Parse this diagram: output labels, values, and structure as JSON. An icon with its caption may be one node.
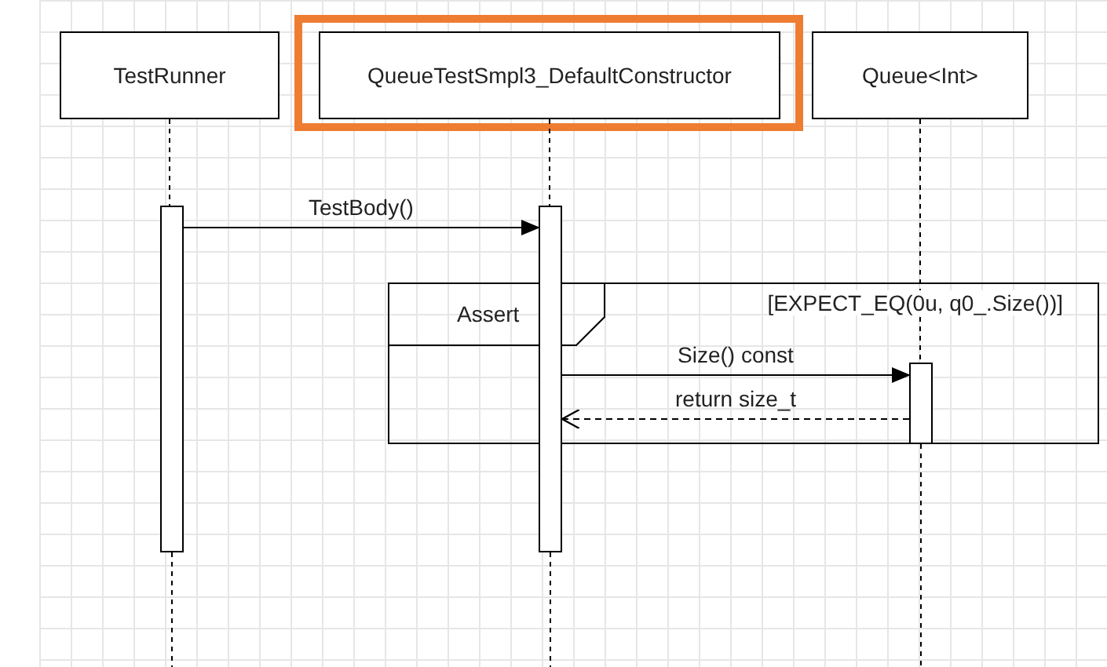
{
  "diagram": {
    "nodes": [
      {
        "text": [
          "TestRunner"
        ]
      },
      {
        "text": [
          "QueueTestSmpl3_DefaultConstructor"
        ]
      },
      {
        "text": [
          "Queue<Int>"
        ]
      },
      {
        "text": [
          "Assert",
          "[EXPECT_EQ(0u, q0_.Size())]"
        ]
      },
      {
        "text": [],
        "shape": "bar"
      },
      {
        "text": [],
        "shape": "bar"
      },
      {
        "text": [],
        "shape": "bar",
        "in": 3
      }
    ],
    "edges": [
      {
        "from": 0,
        "to": 4,
        "arrow": "none",
        "style": "dashed"
      },
      {
        "from": 1,
        "to": 5,
        "arrow": "none",
        "style": "dashed"
      },
      {
        "from": 2,
        "to": 6,
        "arrow": "none",
        "style": "dashed"
      },
      {
        "from": 4,
        "to": 5,
        "arrow": "to",
        "label": "TestBody()"
      },
      {
        "from": 5,
        "to": 6,
        "arrow": "to",
        "label": "Size() const"
      },
      {
        "from": 6,
        "to": 5,
        "arrow": "to",
        "label": "return size_t",
        "style": "dashed"
      }
    ]
  }
}
